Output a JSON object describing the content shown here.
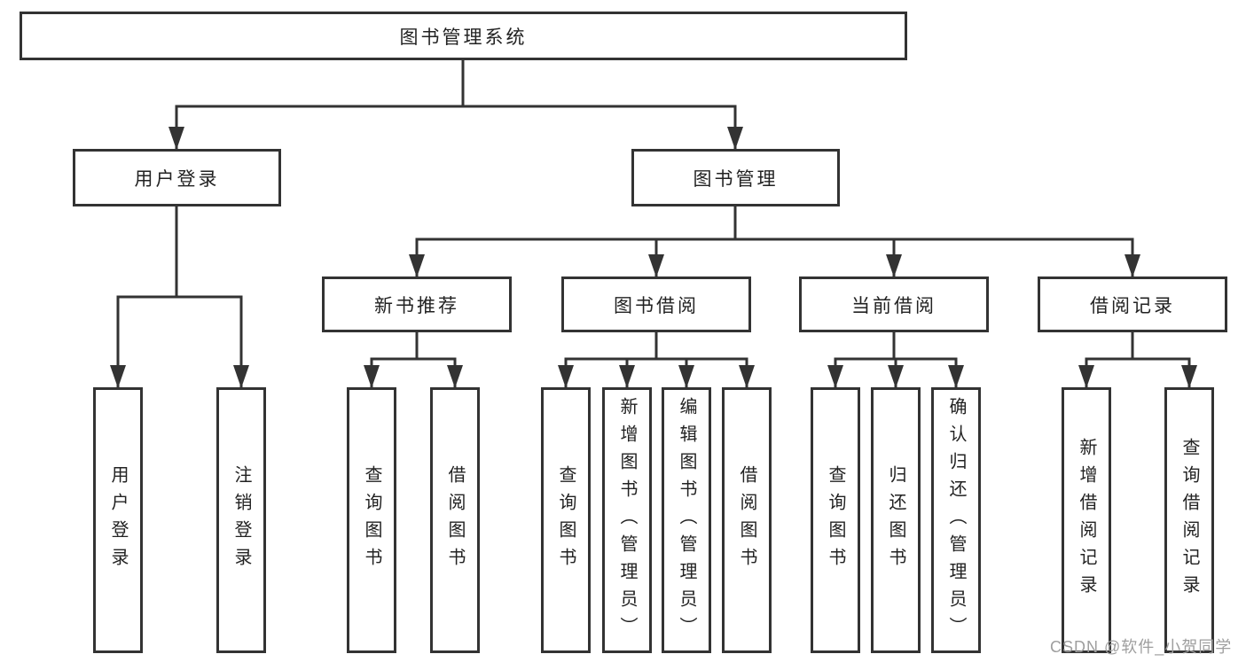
{
  "colors": {
    "line": "#333333",
    "box_border": "#333333",
    "box_fill": "#ffffff",
    "text": "#222222",
    "watermark": "#9e9e9e",
    "background": "#ffffff"
  },
  "watermark": "CSDN @软件_小贺同学",
  "tree": {
    "root": {
      "label": "图书管理系统",
      "children": [
        {
          "label": "用户登录",
          "children": [
            {
              "label": "用户登录"
            },
            {
              "label": "注销登录"
            }
          ]
        },
        {
          "label": "图书管理",
          "children": [
            {
              "label": "新书推荐",
              "children": [
                {
                  "label": "查询图书"
                },
                {
                  "label": "借阅图书"
                }
              ]
            },
            {
              "label": "图书借阅",
              "children": [
                {
                  "label": "查询图书"
                },
                {
                  "label": "新增图书（管理员）"
                },
                {
                  "label": "编辑图书（管理员）"
                },
                {
                  "label": "借阅图书"
                }
              ]
            },
            {
              "label": "当前借阅",
              "children": [
                {
                  "label": "查询图书"
                },
                {
                  "label": "归还图书"
                },
                {
                  "label": "确认归还（管理员）"
                }
              ]
            },
            {
              "label": "借阅记录",
              "children": [
                {
                  "label": "新增借阅记录"
                },
                {
                  "label": "查询借阅记录"
                }
              ]
            }
          ]
        }
      ]
    }
  }
}
